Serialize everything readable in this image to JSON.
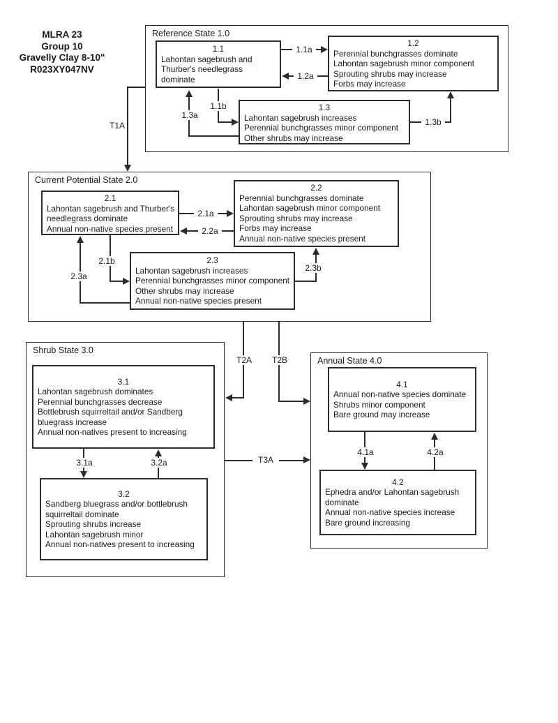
{
  "header": {
    "lines": [
      "MLRA 23",
      "Group 10",
      "Gravelly Clay 8-10\"",
      "R023XY047NV"
    ]
  },
  "states": {
    "reference": {
      "label": "Reference State 1.0"
    },
    "current_potential": {
      "label": "Current Potential State 2.0"
    },
    "shrub": {
      "label": "Shrub State 3.0"
    },
    "annual": {
      "label": "Annual State 4.0"
    }
  },
  "communities": {
    "c11": {
      "id": "1.1",
      "lines": [
        "Lahontan sagebrush and",
        "Thurber's needlegrass",
        "dominate"
      ]
    },
    "c12": {
      "id": "1.2",
      "lines": [
        "Perennial bunchgrasses dominate",
        "Lahontan sagebrush minor component",
        "Sprouting shrubs may increase",
        "Forbs may increase"
      ]
    },
    "c13": {
      "id": "1.3",
      "lines": [
        "Lahontan sagebrush increases",
        "Perennial bunchgrasses minor component",
        "Other shrubs may increase"
      ]
    },
    "c21": {
      "id": "2.1",
      "lines": [
        "Lahontan sagebrush and Thurber's",
        "needlegrass dominate",
        "Annual non-native species present"
      ]
    },
    "c22": {
      "id": "2.2",
      "lines": [
        "Perennial bunchgrasses dominate",
        "Lahontan sagebrush minor component",
        "Sprouting shrubs may increase",
        "Forbs may increase",
        "Annual non-native species present"
      ]
    },
    "c23": {
      "id": "2.3",
      "lines": [
        "Lahontan sagebrush increases",
        "Perennial bunchgrasses minor component",
        "Other shrubs may increase",
        "Annual non-native species present"
      ]
    },
    "c31": {
      "id": "3.1",
      "lines": [
        "Lahontan sagebrush dominates",
        "Perennial bunchgrasses decrease",
        "Bottlebrush squirreltail and/or Sandberg",
        "bluegrass increase",
        "Annual non-natives present to increasing"
      ]
    },
    "c32": {
      "id": "3.2",
      "lines": [
        "Sandberg bluegrass and/or bottlebrush",
        "squirreltail dominate",
        "Sprouting shrubs increase",
        "Lahontan sagebrush minor",
        "Annual non-natives present to increasing"
      ]
    },
    "c41": {
      "id": "4.1",
      "lines": [
        "Annual non-native species dominate",
        "Shrubs minor component",
        "Bare ground may increase"
      ]
    },
    "c42": {
      "id": "4.2",
      "lines": [
        "Ephedra and/or Lahontan sagebrush",
        "dominate",
        "Annual non-native species increase",
        "Bare ground increasing"
      ]
    }
  },
  "pathways": {
    "p11a": "1.1a",
    "p12a": "1.2a",
    "p11b": "1.1b",
    "p13a": "1.3a",
    "p13b": "1.3b",
    "p21a": "2.1a",
    "p22a": "2.2a",
    "p21b": "2.1b",
    "p23a": "2.3a",
    "p23b": "2.3b",
    "p31a": "3.1a",
    "p32a": "3.2a",
    "p41a": "4.1a",
    "p42a": "4.2a"
  },
  "transitions": {
    "t1a": "T1A",
    "t2a": "T2A",
    "t2b": "T2B",
    "t3a": "T3A"
  }
}
